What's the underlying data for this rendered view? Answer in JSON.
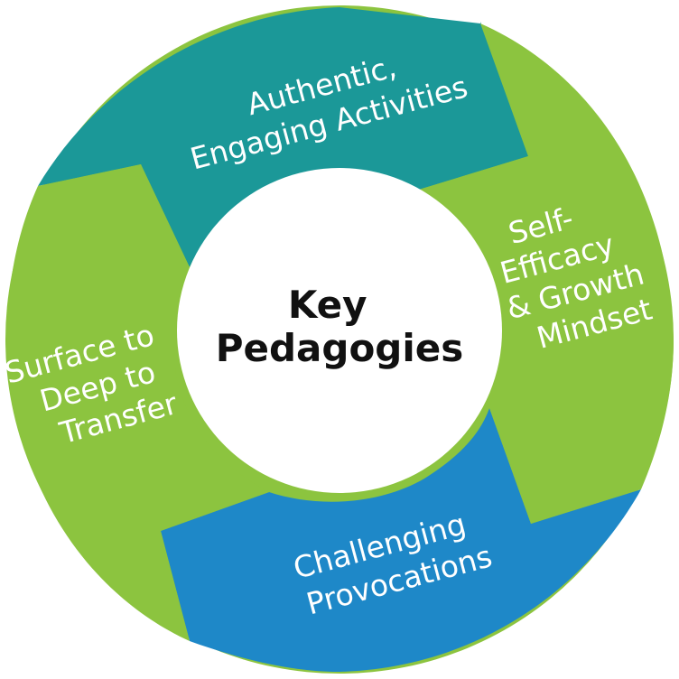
{
  "diagram": {
    "center": {
      "line1": "Key",
      "line2": "Pedagogies"
    },
    "segments": [
      {
        "id": "authentic",
        "lines": [
          "Authentic,",
          "Engaging Activities"
        ],
        "color": "#1b9898"
      },
      {
        "id": "self-efficacy",
        "lines": [
          "Self-",
          "Efficacy",
          "& Growth",
          "Mindset"
        ],
        "color": "#8cc43f"
      },
      {
        "id": "challenging",
        "lines": [
          "Challenging",
          "Provocations"
        ],
        "color": "#1e88c8"
      },
      {
        "id": "surface",
        "lines": [
          "Surface to",
          "Deep to",
          "Transfer"
        ],
        "color": "#8cc43f"
      }
    ]
  }
}
